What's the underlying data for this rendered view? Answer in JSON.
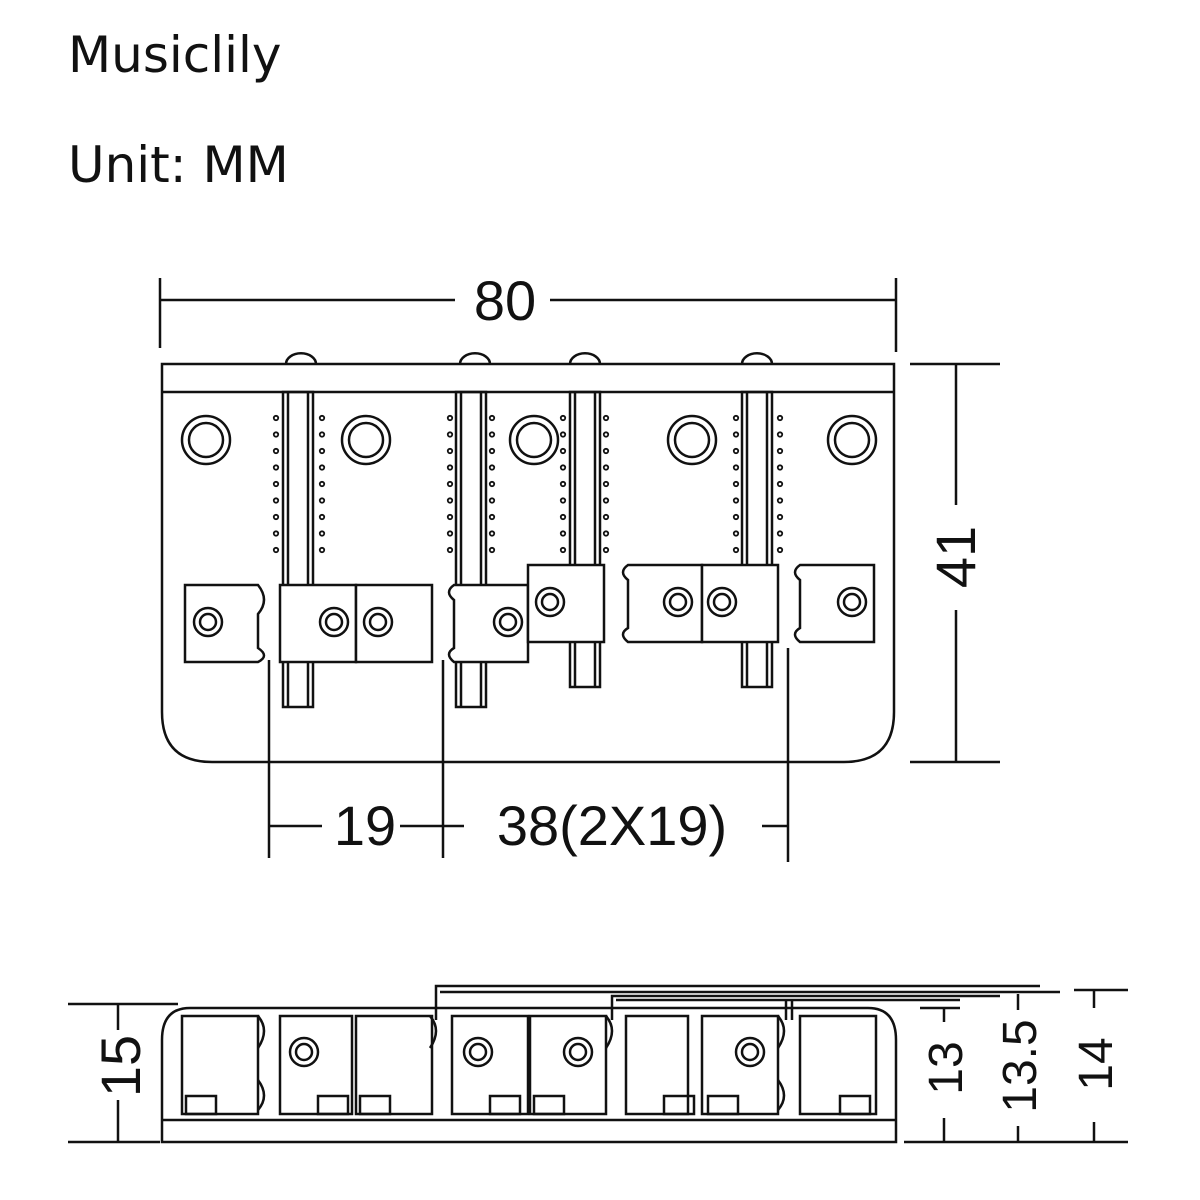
{
  "header": {
    "brand": "Musiclily",
    "unit": "Unit: MM"
  },
  "top_view": {
    "width": "80",
    "height": "41",
    "first_spacing": "19",
    "total_spacing": "38(2X19)"
  },
  "side_view": {
    "height_left": "15",
    "dim_a": "13",
    "dim_b": "13.5",
    "dim_c": "14"
  }
}
